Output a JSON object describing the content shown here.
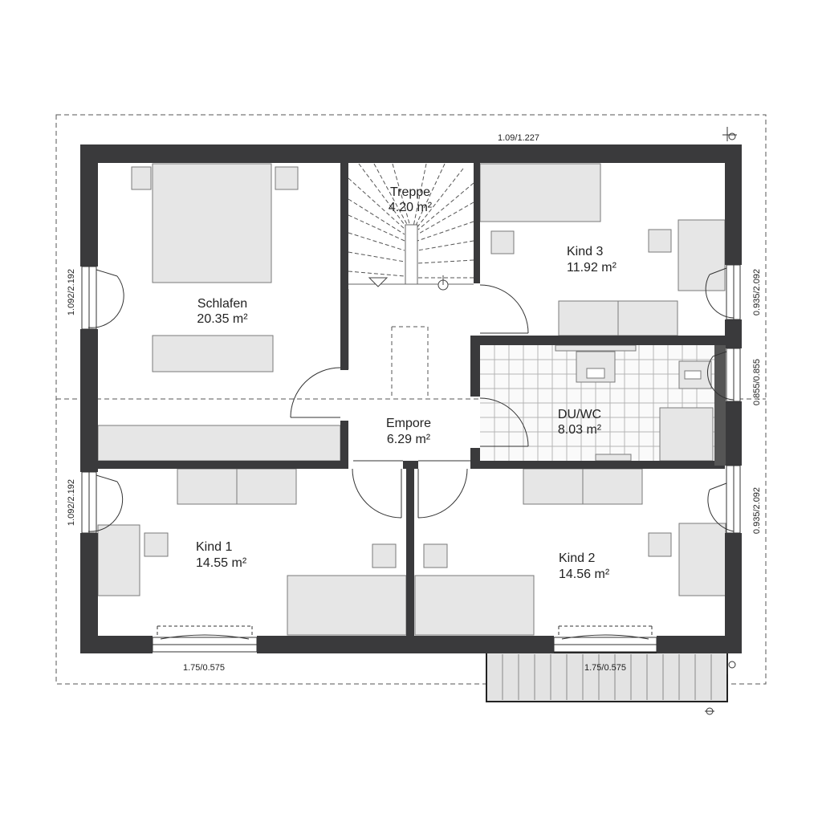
{
  "colors": {
    "wall": "#3a3a3c",
    "furniture_fill": "#e6e6e6",
    "furniture_stroke": "#7a7a7a",
    "dashed_line": "#555555",
    "text": "#222222"
  },
  "rooms": [
    {
      "id": "schlafen",
      "name": "Schlafen",
      "area": "20.35 m²"
    },
    {
      "id": "treppe",
      "name": "Treppe",
      "area": "4.20 m²"
    },
    {
      "id": "kind3",
      "name": "Kind 3",
      "area": "11.92 m²"
    },
    {
      "id": "empore",
      "name": "Empore",
      "area": "6.29 m²"
    },
    {
      "id": "duwc",
      "name": "DU/WC",
      "area": "8.03 m²"
    },
    {
      "id": "kind1",
      "name": "Kind 1",
      "area": "14.55 m²"
    },
    {
      "id": "kind2",
      "name": "Kind 2",
      "area": "14.56 m²"
    }
  ],
  "dimensions": {
    "top": "1.09/1.227",
    "left_upper": "1.092/2.192",
    "left_lower": "1.092/2.192",
    "right_upper": "0.935/2.092",
    "right_middle": "0.855/0.855",
    "right_lower": "0.935/2.092",
    "bottom_left": "1.75/0.575",
    "bottom_right": "1.75/0.575"
  },
  "icons": [
    "section-marker-icon",
    "door-swing-icon",
    "window-icon",
    "stair-arrow-icon",
    "balcony-icon"
  ]
}
